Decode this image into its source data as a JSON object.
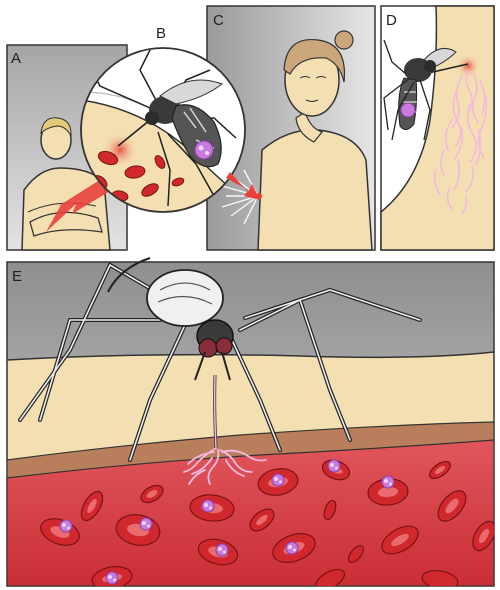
{
  "panels": {
    "a": {
      "letter": "A"
    },
    "b": {
      "letter": "B"
    },
    "c": {
      "letter": "C"
    },
    "d": {
      "letter": "D"
    },
    "e": {
      "letter": "E"
    }
  },
  "colors": {
    "panel_grey": "#9c9c9c",
    "skin": "#f3dfb1",
    "blood_red": "#d9343a",
    "blood_dark": "#b7262b",
    "cell_red": "#d1282d",
    "parasite": "#c77bde",
    "arrow_red": "#e8423d",
    "saliva_pink": "#f3b9df"
  }
}
